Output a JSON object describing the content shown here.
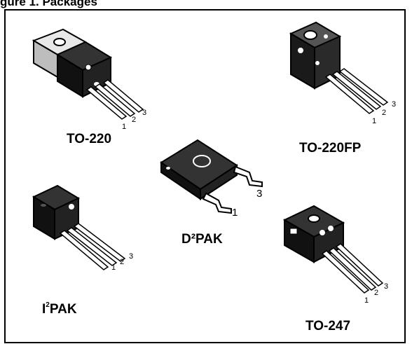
{
  "heading": "gure 1. Packages",
  "packages": {
    "to220": {
      "label": "TO-220",
      "pins": [
        "1",
        "2",
        "3"
      ]
    },
    "to220fp": {
      "label": "TO-220FP",
      "pins": [
        "1",
        "2",
        "3"
      ]
    },
    "d2pak": {
      "label": "D²PAK",
      "pins": [
        "3",
        "1"
      ]
    },
    "i2pak": {
      "label_prefix": "I",
      "label_sup": "2",
      "label_suffix": "PAK",
      "pins": [
        "1",
        "2",
        "3"
      ]
    },
    "to247": {
      "label": "TO-247",
      "pins": [
        "1",
        "2",
        "3"
      ]
    }
  }
}
